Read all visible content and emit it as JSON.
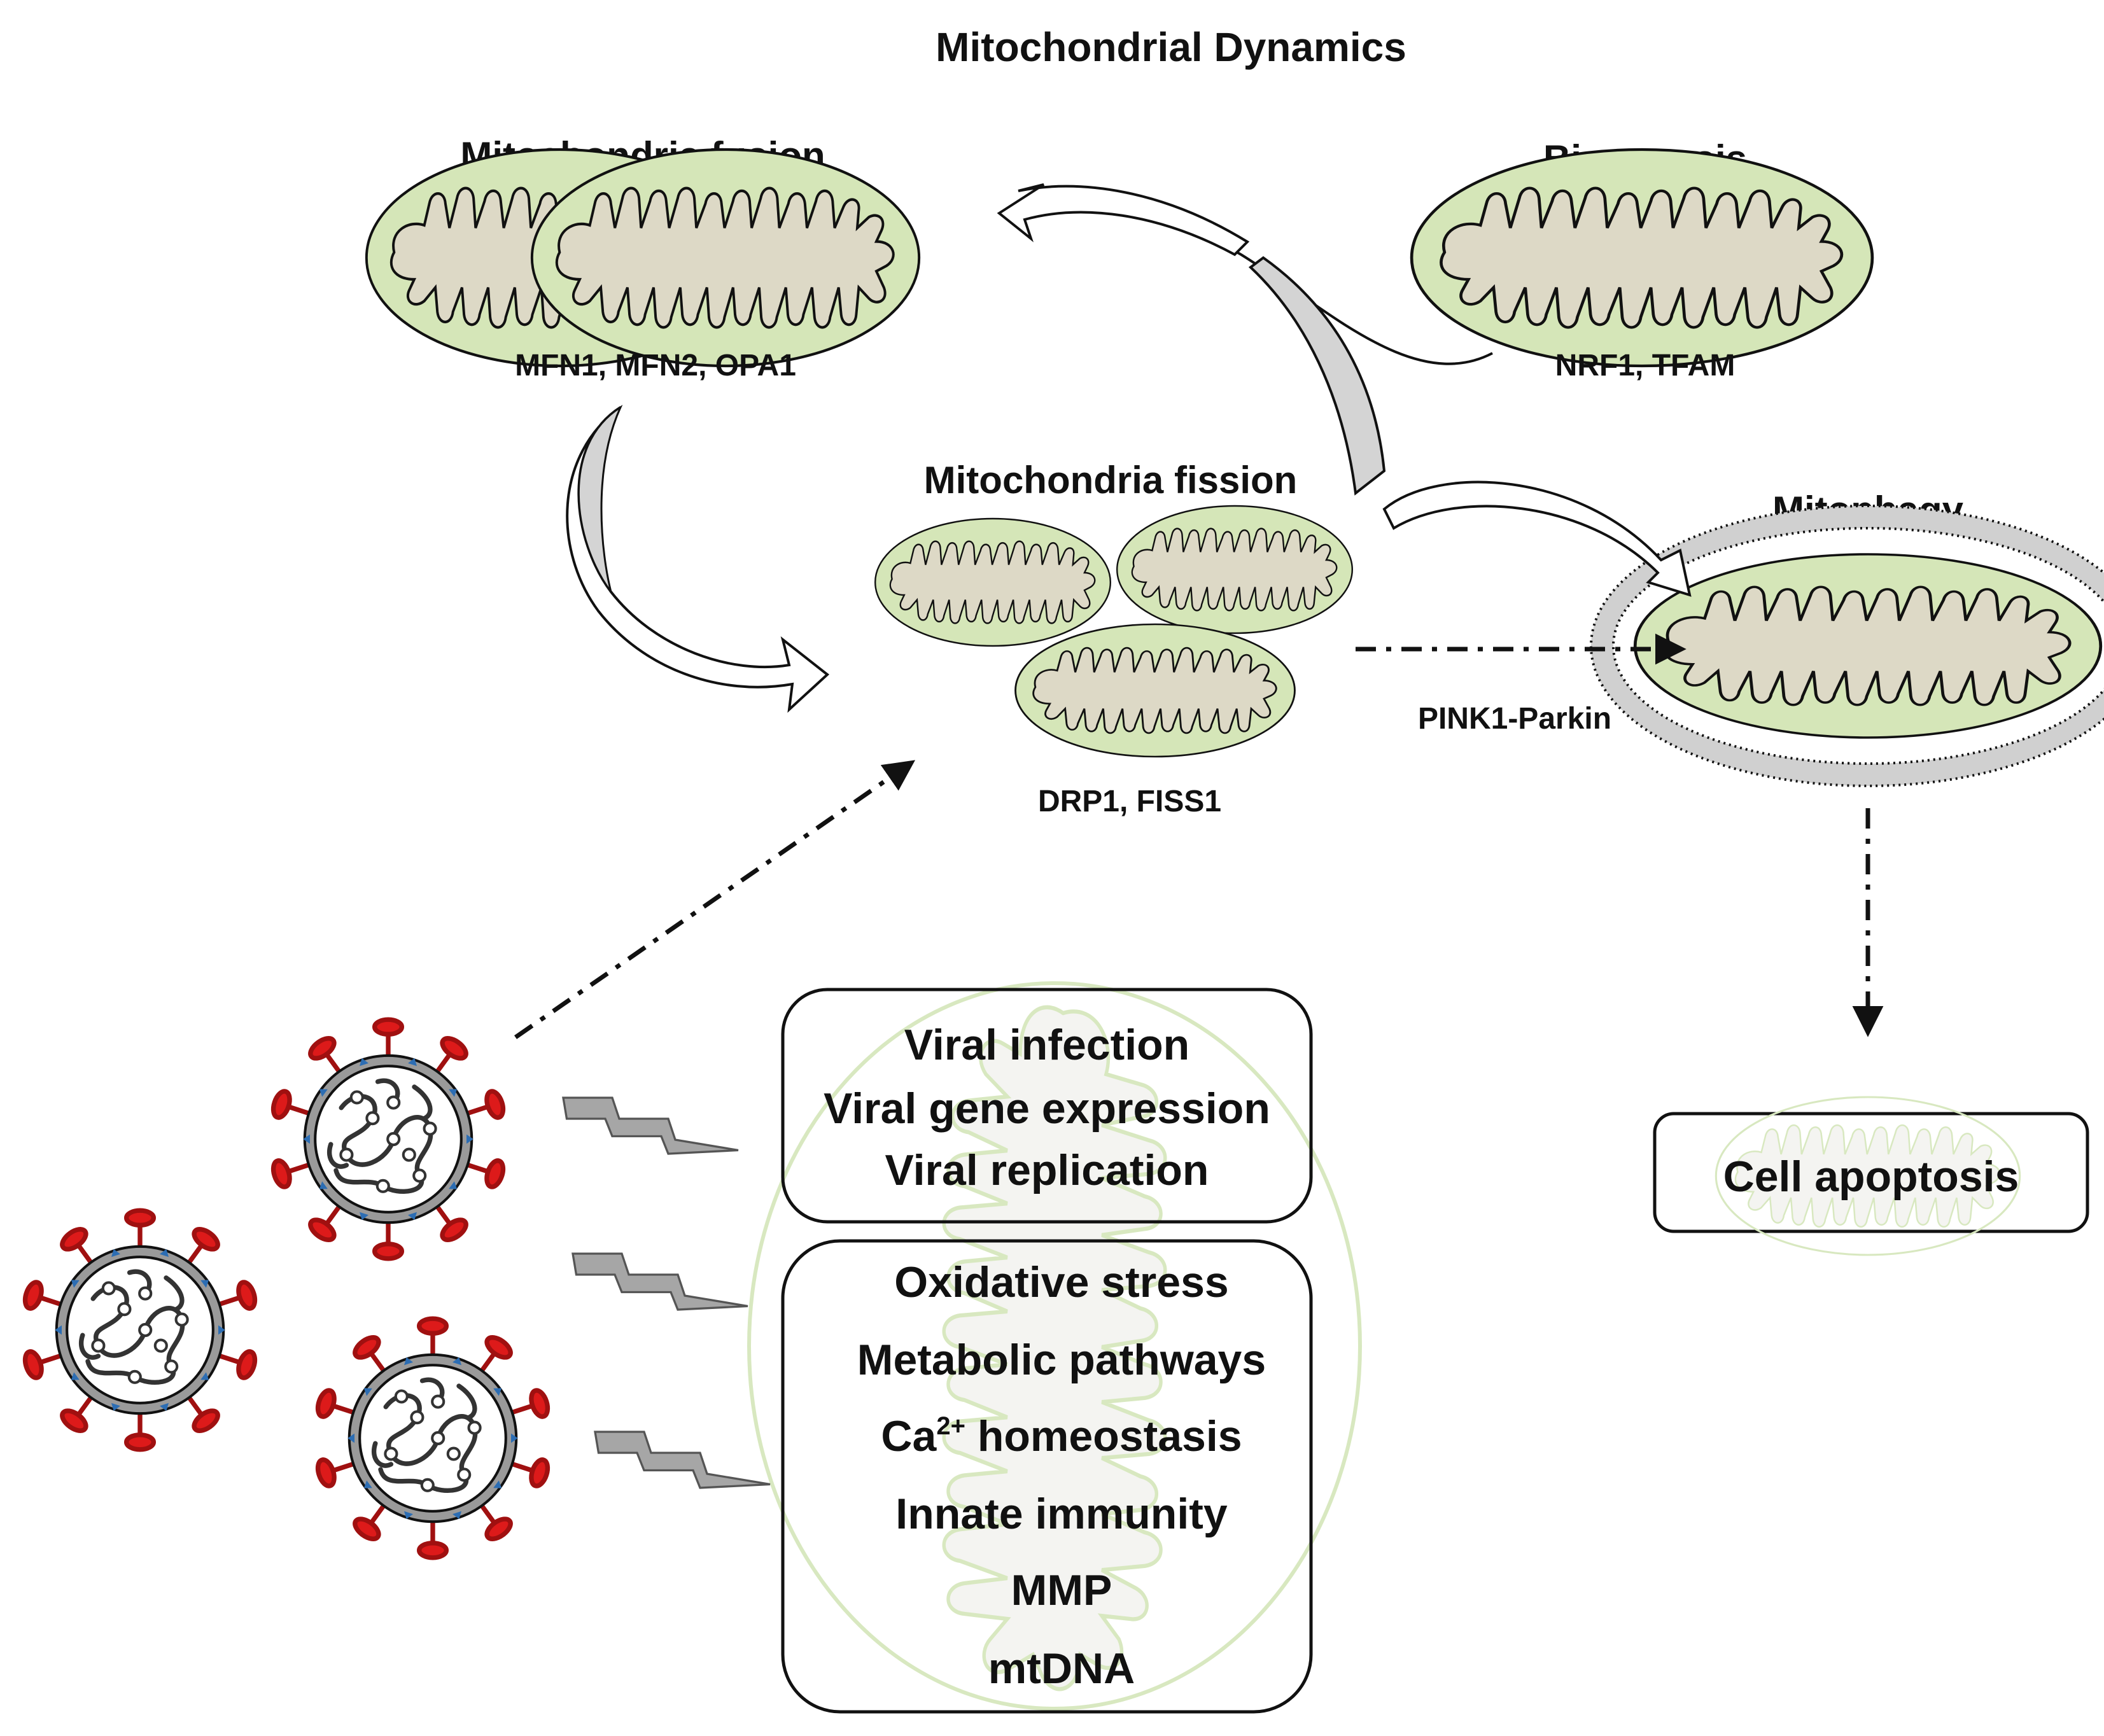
{
  "diagram": {
    "title": "Mitochondrial  Dynamics",
    "fusion": {
      "heading": "Mitochondria fusion",
      "genes": "MFN1, MFN2, OPA1"
    },
    "biogenesis": {
      "heading": "Biogenesis",
      "genes": "NRF1, TFAM"
    },
    "fission": {
      "heading": "Mitochondria fission",
      "genes": "DRP1, FISS1"
    },
    "mitophagy": {
      "heading": "Mitophagy",
      "pathway": "PINK1-Parkin"
    },
    "apoptosis": {
      "label": "Cell apoptosis"
    },
    "viral_box": {
      "lines": [
        "Viral  infection",
        "Viral  gene expression",
        "Viral  replication"
      ]
    },
    "effects_box": {
      "line1": "Oxidative  stress",
      "line2": "Metabolic  pathways",
      "line3_base": "Ca",
      "line3_sup": "2+",
      "line3_rest": " homeostasis",
      "line4": "Innate  immunity",
      "line5": "MMP",
      "line6": "mtDNA"
    }
  },
  "colors": {
    "mito_outer": "#d5e6b8",
    "mito_inner": "#ddd9c6",
    "virus_spike": "#cc1111",
    "arrow_fill": "#d4d4d4",
    "faint_outline": "#d8e8c0"
  }
}
